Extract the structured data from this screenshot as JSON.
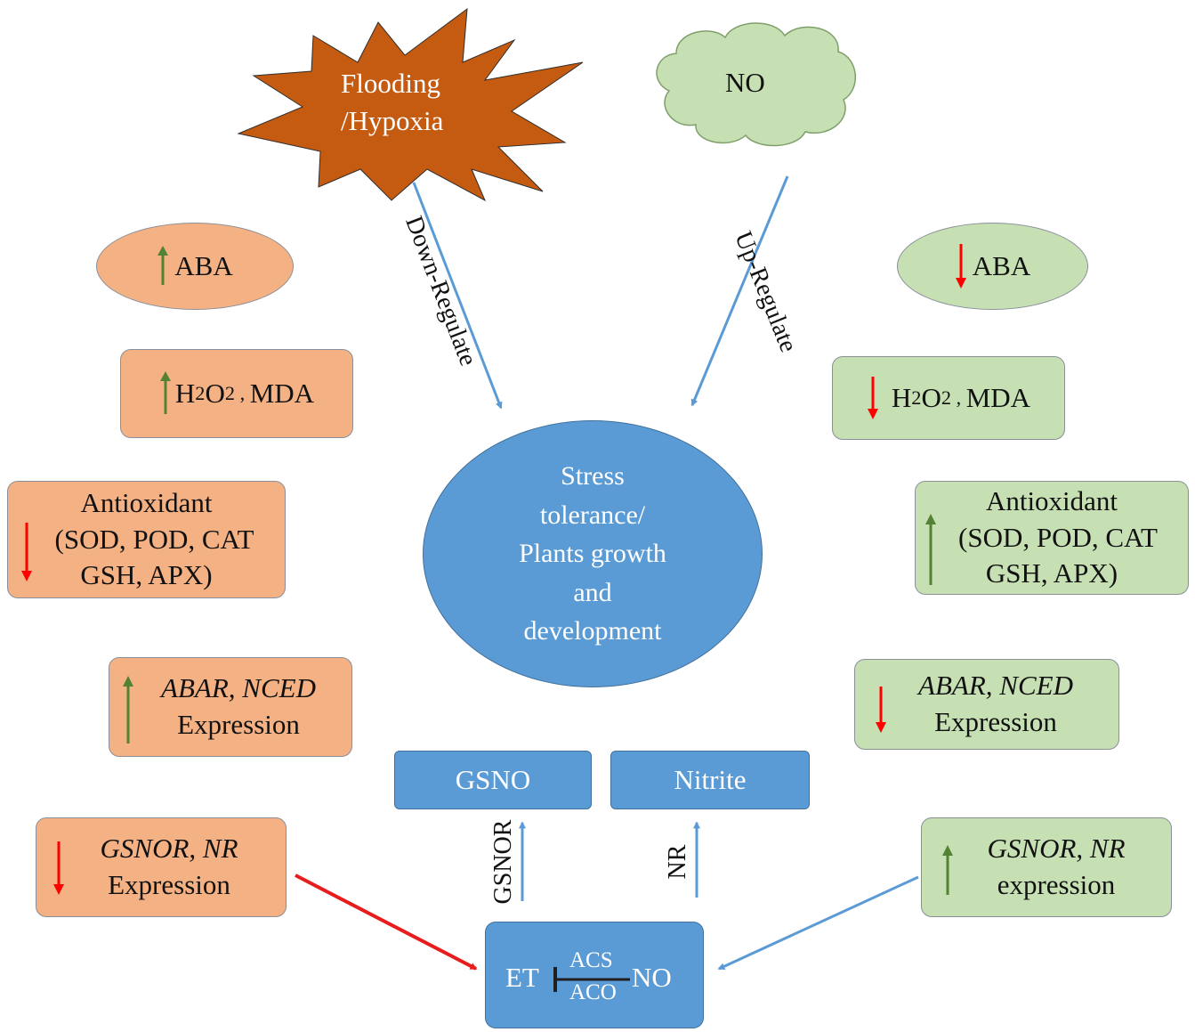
{
  "colors": {
    "stress_fill": "#c55a11",
    "no_cloud_fill": "#c6e0b4",
    "negative_box": "#f4b183",
    "positive_box": "#c6e0b4",
    "center_fill": "#5b9bd5",
    "arrow_up": "#548235",
    "arrow_down": "#ff0000",
    "connector_arrow": "#5b9bd5",
    "red_connector": "#e81c1c"
  },
  "stressor": {
    "line1": "Flooding",
    "line2": "/Hypoxia",
    "shape": "explosion-burst"
  },
  "no_source": {
    "label": "NO",
    "shape": "cloud"
  },
  "regulation": {
    "down": "Down-Regulate",
    "up": "Up-Regulate"
  },
  "center": {
    "line1": "Stress",
    "line2": "tolerance/",
    "line3": "Plants growth",
    "line4": "and",
    "line5": "development"
  },
  "left_panel": {
    "aba": {
      "arrow": "up",
      "label": "ABA"
    },
    "ros": {
      "arrow": "up",
      "h": "H",
      "two": "2",
      "o": "O",
      "two2": "2",
      "sep": " , ",
      "rest": "MDA"
    },
    "antioxidant": {
      "arrow": "down",
      "line1": "Antioxidant",
      "line2": "(SOD, POD, CAT",
      "line3": "GSH, APX)"
    },
    "genes": {
      "arrow": "up",
      "line1": "ABAR, NCED",
      "line2": "Expression"
    },
    "gsnor": {
      "arrow": "down",
      "line1": "GSNOR, NR",
      "line2": "Expression"
    }
  },
  "right_panel": {
    "aba": {
      "arrow": "down",
      "label": "ABA"
    },
    "ros": {
      "arrow": "down",
      "h": "H",
      "two": "2",
      "o": "O",
      "two2": "2",
      "sep": " , ",
      "rest": "MDA"
    },
    "antioxidant": {
      "arrow": "up",
      "line1": "Antioxidant",
      "line2": "(SOD, POD, CAT",
      "line3": "GSH, APX)"
    },
    "genes": {
      "arrow": "down",
      "line1": "ABAR, NCED",
      "line2": "Expression"
    },
    "gsnor": {
      "arrow": "up",
      "line1": "GSNOR, NR",
      "line2": "expression"
    }
  },
  "bottom": {
    "gsno": "GSNO",
    "nitrite": "Nitrite",
    "gsnor_label": "GSNOR",
    "nr_label": "NR",
    "et": "ET",
    "acs": "ACS",
    "aco": "ACO",
    "no": "NO"
  }
}
